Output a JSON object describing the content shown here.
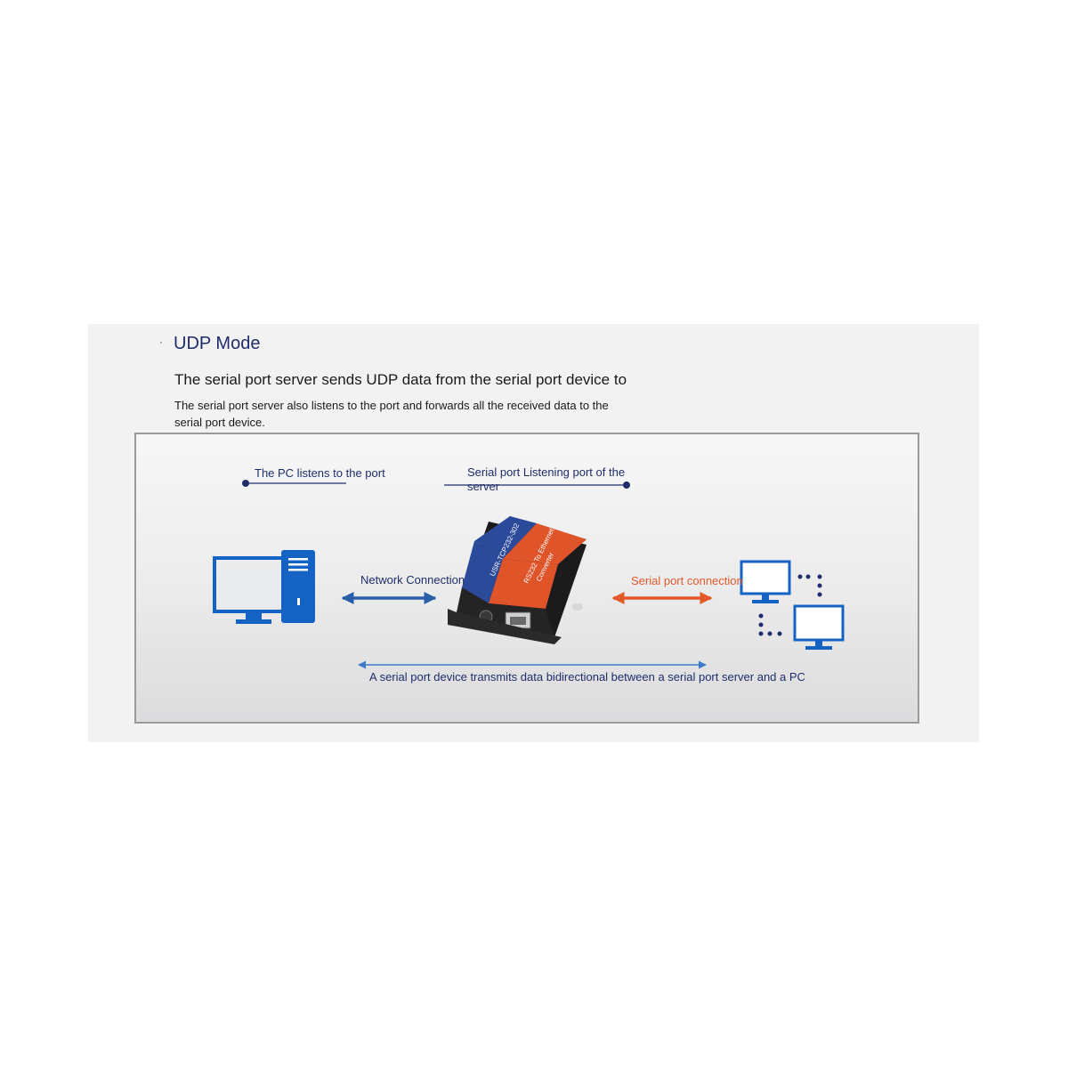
{
  "mode_title": "UDP Mode",
  "headline": "The serial port server sends UDP data from the serial port device to",
  "description": "The serial port server also listens to the port and forwards all the received data to the serial port device.",
  "diagram": {
    "pc_listen_label": "The PC listens to the port",
    "server_listen_label": "Serial port Listening port of the server",
    "network_label": "Network Connection",
    "serial_label": "Serial port connection",
    "bottom_label": "A serial port device transmits data bidirectional between a serial port server and a PC",
    "device_text_1": "USR-TCP232-302",
    "device_text_2": "RS232 To Ethernet",
    "device_text_3": "Converter"
  },
  "icons": [
    "desktop-pc-icon",
    "serial-server-device-icon",
    "networked-monitors-icon"
  ],
  "colors": {
    "navy": "#1f2d6a",
    "blue": "#1463c4",
    "arrow_blue": "#2a5ea8",
    "orange": "#e2592a",
    "device_blue": "#2c4a9a",
    "device_orange": "#e0542a"
  }
}
